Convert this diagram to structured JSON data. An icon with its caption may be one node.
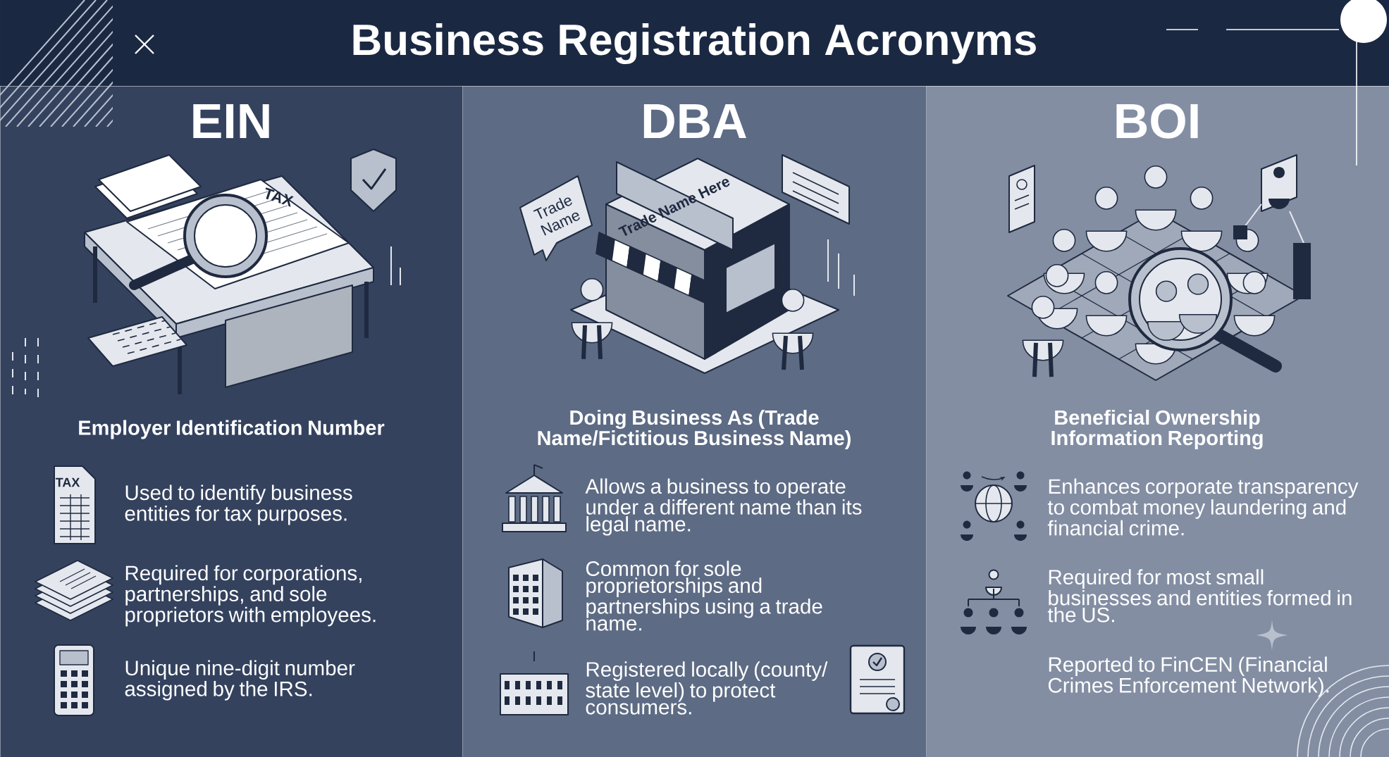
{
  "diagram": {
    "title": "Business Registration Acronyms",
    "nodes": [
      {
        "text": [
          "EIN",
          "Employer Identification Number"
        ]
      },
      {
        "text": [
          "DBA",
          "Doing Business As (Trade Name/Fictitious Business Name)"
        ]
      },
      {
        "text": [
          "BOI",
          "Beneficial Ownership Information Reporting"
        ]
      },
      {
        "text": [
          "Used to identify business entities for tax purposes."
        ],
        "in": 0
      },
      {
        "text": [
          "Required for corporations, partnerships, and sole proprietors with employees."
        ],
        "in": 0
      },
      {
        "text": [
          "Unique nine-digit number assigned by the IRS."
        ],
        "in": 0
      },
      {
        "text": [
          "Allows a business to operate under a different name than its legal name."
        ],
        "in": 1
      },
      {
        "text": [
          "Common for sole proprietorships and partnerships using a trade name."
        ],
        "in": 1
      },
      {
        "text": [
          "Registered locally (county/ state level) to protect consumers."
        ],
        "in": 1
      },
      {
        "text": [
          "Enhances corporate transparency to combat money laundering and financial crime."
        ],
        "in": 2
      },
      {
        "text": [
          "Required for most small businesses and entities formed in the US."
        ],
        "in": 2
      },
      {
        "text": [
          "Reported to FinCEN (Financial Crimes Enforcement Network)."
        ],
        "in": 2
      }
    ],
    "labels": [
      "TAX",
      "Trade Name",
      "Trade Name Here",
      "TAX"
    ]
  }
}
